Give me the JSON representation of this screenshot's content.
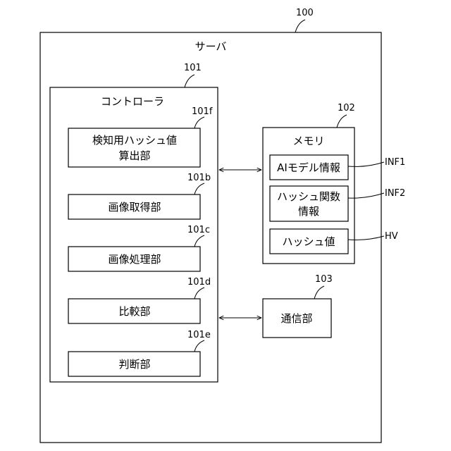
{
  "server": {
    "ref": "100",
    "title": "サーバ"
  },
  "controller": {
    "ref": "101",
    "title": "コントローラ",
    "units": [
      {
        "ref": "101f",
        "line1": "検知用ハッシュ値",
        "line2": "算出部"
      },
      {
        "ref": "101b",
        "line1": "画像取得部"
      },
      {
        "ref": "101c",
        "line1": "画像処理部"
      },
      {
        "ref": "101d",
        "line1": "比較部"
      },
      {
        "ref": "101e",
        "line1": "判断部"
      }
    ]
  },
  "memory": {
    "ref": "102",
    "title": "メモリ",
    "items": [
      {
        "line1": "AIモデル情報",
        "tag": "INF1"
      },
      {
        "line1": "ハッシュ関数",
        "line2": "情報",
        "tag": "INF2"
      },
      {
        "line1": "ハッシュ値",
        "tag": "HV"
      }
    ]
  },
  "comm": {
    "ref": "103",
    "title": "通信部"
  }
}
